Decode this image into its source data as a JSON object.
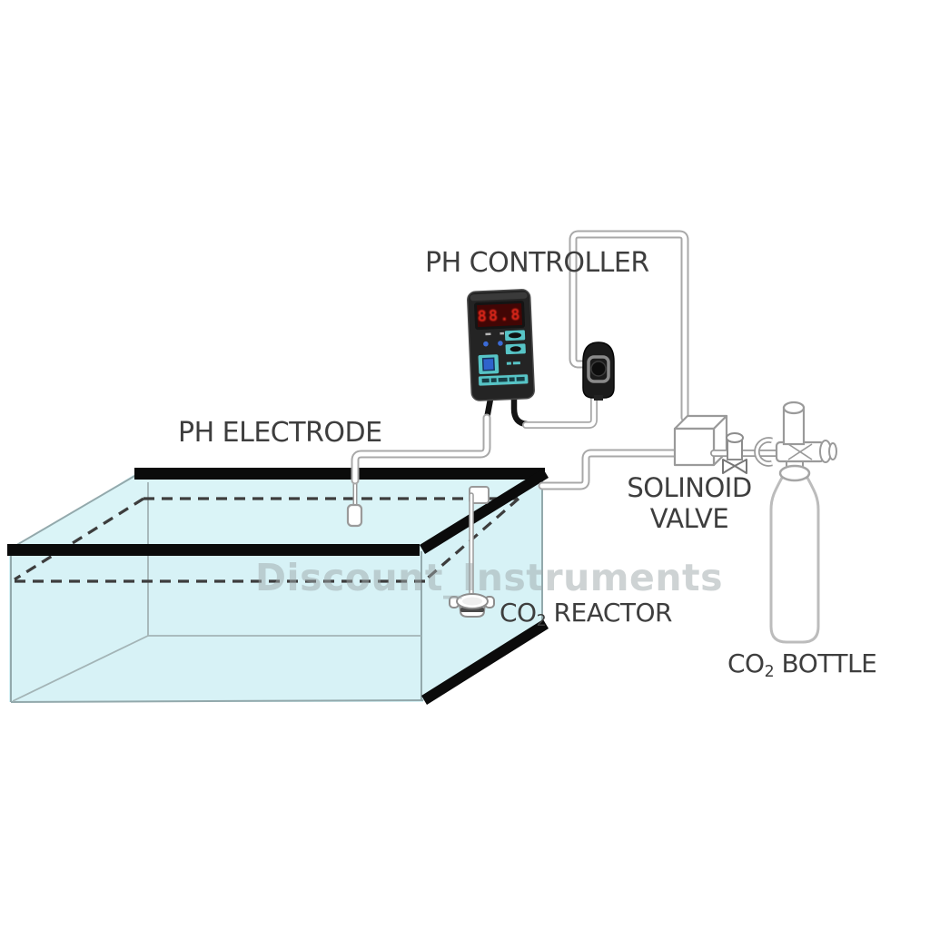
{
  "labels": {
    "ph_controller": "PH CONTROLLER",
    "ph_electrode": "PH ELECTRODE",
    "solenoid_line1": "SOLINOID",
    "solenoid_line2": "VALVE",
    "co2_reactor_prefix": "CO",
    "co2_reactor_sub": "2",
    "co2_reactor_suffix": " REACTOR",
    "co2_bottle_prefix": "CO",
    "co2_bottle_sub": "2",
    "co2_bottle_suffix": " BOTTLE"
  },
  "watermark": "Discount_Instruments",
  "controller": {
    "display_value": "88.8"
  },
  "colors": {
    "tank_fill": "#d8f2f6",
    "rim_black": "#0b0b0b",
    "label_text": "#3e3e3e",
    "watermark_gray": "#cdd3d4",
    "controller_body": "#242424",
    "controller_teal": "#57c4c6",
    "display_red": "#ef2a1a",
    "display_bg": "#420605",
    "button_blue": "#2f63cc",
    "tube_outline": "#a8a8a8",
    "bottle_outline": "#bcbcbc"
  }
}
